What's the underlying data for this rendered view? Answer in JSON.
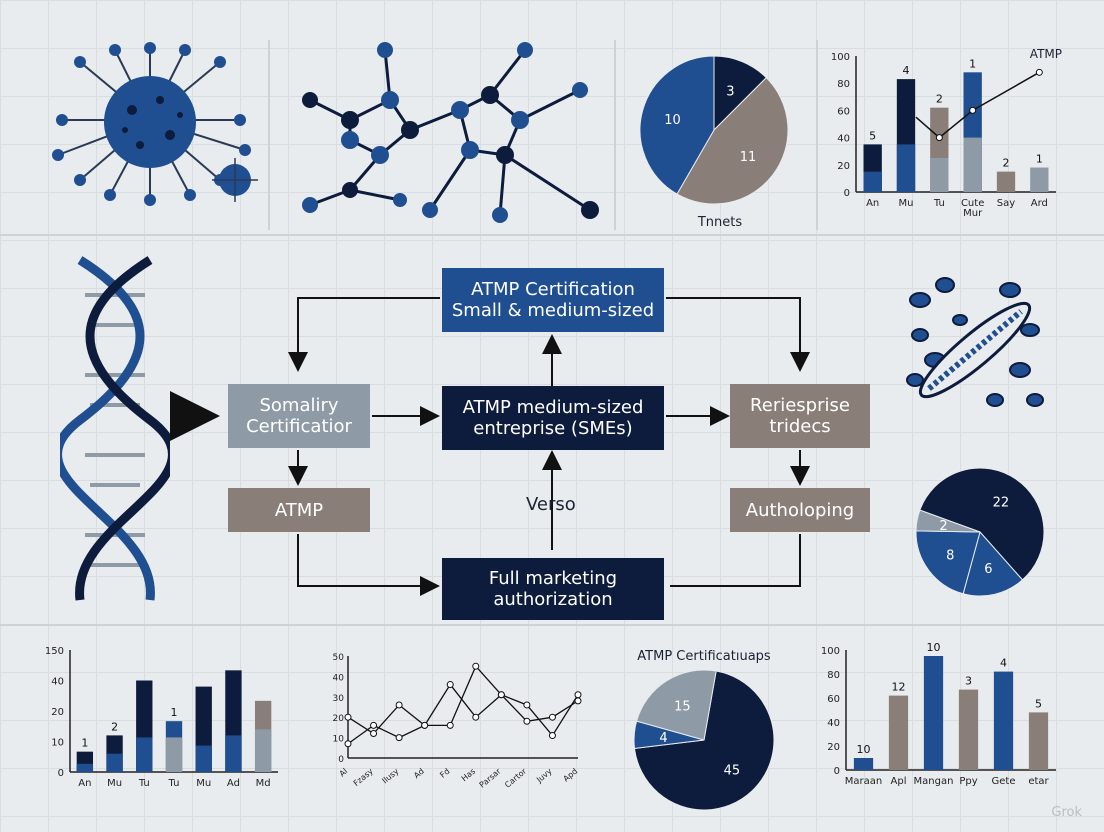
{
  "colors": {
    "blue": "#1f4e91",
    "navy": "#0d1b3c",
    "gray": "#8e9ba6",
    "taupe": "#8a7f78",
    "background": "#e9ecee"
  },
  "flow": {
    "top_box": "ATMP Certification\nSmall & medium-sized",
    "center_box": "ATMP medium-sized\nentreprise (SMEs)",
    "left_box": "Somaliry\nCertificatior",
    "right_box": "Reriesprise\ntridecs",
    "left_lower_box": "ATMP",
    "right_lower_box": "Autholoping",
    "bottom_box": "Full marketing\nauthorization",
    "center_label": "Verso"
  },
  "illustrations": [
    "virus-icon",
    "molecule-icon",
    "dna-helix-icon",
    "cell-organelle-icon"
  ],
  "chart_data": [
    {
      "type": "pie",
      "title": "Tnnets",
      "slices": [
        {
          "label": "3",
          "value": 3
        },
        {
          "label": "11",
          "value": 11
        },
        {
          "label": "10",
          "value": 10
        }
      ],
      "colors": [
        "#0d1b3c",
        "#8a7f78",
        "#1f4e91"
      ]
    },
    {
      "type": "bar",
      "title": "ATMP",
      "categories": [
        "An",
        "Mu",
        "Tu",
        "Cute\nMur",
        "Say",
        "Ard"
      ],
      "ylim": [
        0,
        100
      ],
      "yticks": [
        0,
        20,
        40,
        60,
        80,
        100
      ],
      "series": [
        {
          "values": [
            35,
            83,
            62,
            88,
            15,
            18
          ],
          "colors": [
            "#0d1b3c",
            "#0d1b3c",
            "#8a7f78",
            "#1f4e91",
            "#8a7f78",
            "#8e9ba6"
          ]
        },
        {
          "values": [
            15,
            35,
            25,
            40,
            0,
            0
          ],
          "colors": [
            "#1f4e91",
            "#1f4e91",
            "#8e9ba6",
            "#8e9ba6",
            "#8a7f78",
            "#8e9ba6"
          ]
        }
      ],
      "bar_labels": [
        "5",
        "4",
        "2",
        "1",
        "2",
        "1"
      ],
      "line": [
        {
          "x": "Tu",
          "y": 40
        },
        {
          "x": "Cute\nMur",
          "y": 60
        },
        {
          "x": "Ard",
          "y": 88
        }
      ]
    },
    {
      "type": "pie",
      "slices": [
        {
          "label": "22",
          "value": 22
        },
        {
          "label": "6",
          "value": 6
        },
        {
          "label": "8",
          "value": 8
        },
        {
          "label": "2",
          "value": 2
        }
      ],
      "colors": [
        "#0d1b3c",
        "#1f4e91",
        "#1f4e91",
        "#8e9ba6"
      ]
    },
    {
      "type": "bar",
      "categories": [
        "An",
        "Mu",
        "Tu",
        "Tu",
        "Mu",
        "Ad",
        "Md"
      ],
      "yticks": [
        "0",
        "10",
        "20",
        "40",
        "150"
      ],
      "series": [
        {
          "values": [
            10,
            18,
            45,
            25,
            42,
            50,
            35
          ],
          "colors": [
            "#0d1b3c",
            "#0d1b3c",
            "#0d1b3c",
            "#1f4e91",
            "#0d1b3c",
            "#0d1b3c",
            "#8a7f78"
          ]
        },
        {
          "values": [
            4,
            9,
            17,
            17,
            13,
            18,
            21
          ],
          "colors": [
            "#1f4e91",
            "#1f4e91",
            "#1f4e91",
            "#8e9ba6",
            "#1f4e91",
            "#1f4e91",
            "#8e9ba6"
          ]
        }
      ],
      "bar_labels": [
        "1",
        "2",
        "",
        "1",
        "",
        "",
        ""
      ]
    },
    {
      "type": "line",
      "categories": [
        "Al",
        "Fzasy",
        "Ilusy",
        "Ad",
        "Fd",
        "Has",
        "Parsar",
        "Cartor",
        "Juvy",
        "Apd"
      ],
      "yticks": [
        0,
        10,
        20,
        30,
        40,
        50
      ],
      "series": [
        {
          "values": [
            20,
            12,
            26,
            16,
            36,
            20,
            31,
            26,
            11,
            31
          ]
        },
        {
          "values": [
            7,
            16,
            10,
            16,
            16,
            45,
            31,
            18,
            20,
            28
          ]
        }
      ]
    },
    {
      "type": "pie",
      "title": "ATMP Certificatıuaps",
      "slices": [
        {
          "label": "45",
          "value": 45
        },
        {
          "label": "4",
          "value": 4
        },
        {
          "label": "15",
          "value": 15
        }
      ],
      "colors": [
        "#0d1b3c",
        "#1f4e91",
        "#8e9ba6"
      ]
    },
    {
      "type": "bar",
      "categories": [
        "Maraan",
        "Apl",
        "Mangan",
        "Ppy",
        "Gete",
        "etar"
      ],
      "ylim": [
        0,
        100
      ],
      "yticks": [
        0,
        20,
        40,
        60,
        80,
        100
      ],
      "values": [
        10,
        62,
        95,
        67,
        82,
        48
      ],
      "colors": [
        "#1f4e91",
        "#8a7f78",
        "#1f4e91",
        "#8a7f78",
        "#1f4e91",
        "#8a7f78"
      ],
      "bar_labels": [
        "10",
        "12",
        "10",
        "3",
        "4",
        "5"
      ]
    }
  ],
  "watermark": "Grok"
}
